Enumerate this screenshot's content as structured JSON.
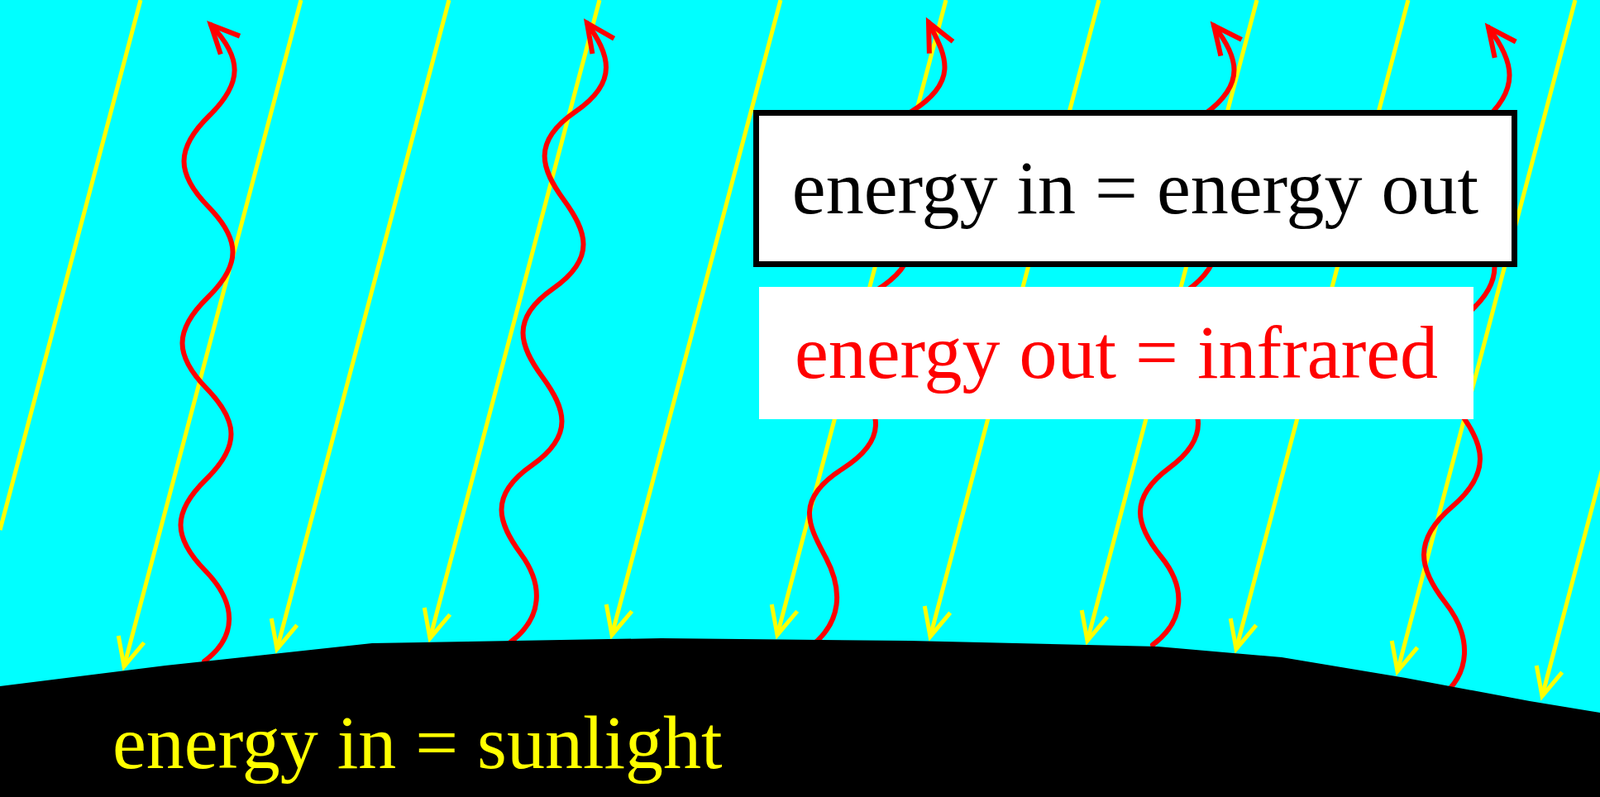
{
  "diagram": {
    "nodes": [
      {
        "text": [
          "energy in = energy out"
        ]
      },
      {
        "text": [
          "energy out = infrared"
        ]
      }
    ],
    "labels": [
      "energy in = sunlight"
    ]
  }
}
